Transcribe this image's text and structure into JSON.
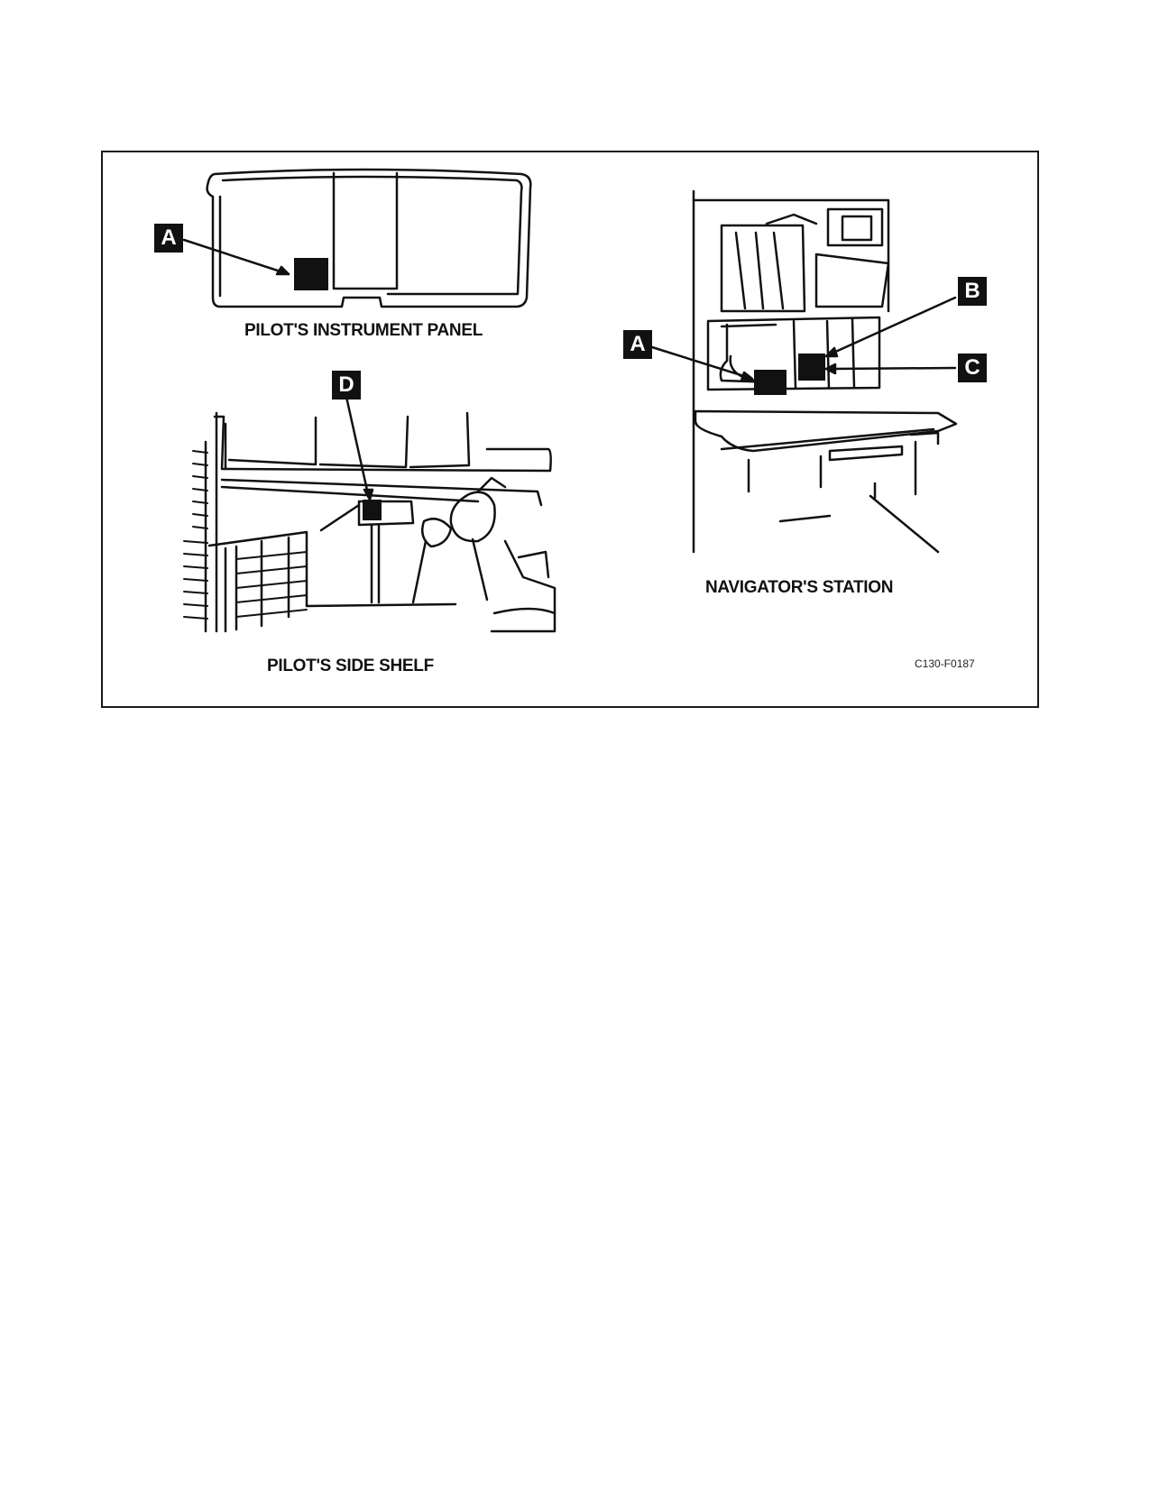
{
  "views": {
    "instrument_panel": {
      "caption": "PILOT'S INSTRUMENT PANEL"
    },
    "side_shelf": {
      "caption": "PILOT'S SIDE SHELF"
    },
    "navigator_station": {
      "caption": "NAVIGATOR'S STATION"
    }
  },
  "callouts": {
    "panel_a": "A",
    "shelf_d": "D",
    "nav_a": "A",
    "nav_b": "B",
    "nav_c": "C"
  },
  "figure_id": "C130-F0187"
}
